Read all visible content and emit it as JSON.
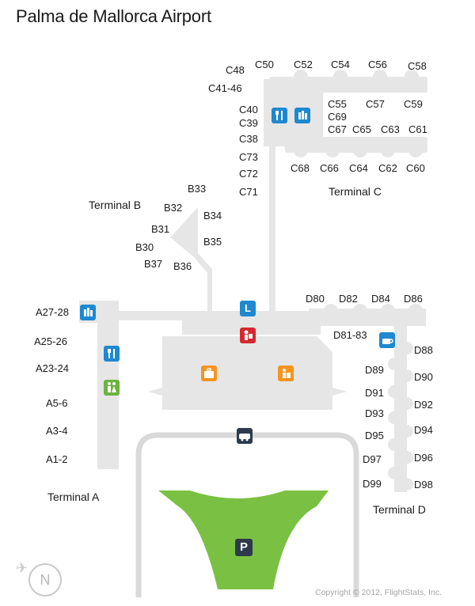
{
  "title": "Palma de Mallorca Airport",
  "copyright": "Copyright © 2012, FlightStats, Inc.",
  "compass_letter": "N",
  "colors": {
    "terminal_fill": "#e6e6e6",
    "parking_green": "#7ac143",
    "road": "#d9d9d9",
    "dining_blue": "#1e88d0",
    "restroom_green": "#6cb33f",
    "shop_orange": "#f7941d",
    "security_red": "#d7282f",
    "ground_dark": "#2d3a4b"
  },
  "terminals": {
    "a": "Terminal A",
    "b": "Terminal B",
    "c": "Terminal C",
    "d": "Terminal D"
  },
  "gates": {
    "a": [
      "A27-28",
      "A25-26",
      "A23-24",
      "A5-6",
      "A3-4",
      "A1-2"
    ],
    "b": [
      "B33",
      "B32",
      "B34",
      "B31",
      "B35",
      "B30",
      "B37",
      "B36"
    ],
    "c_top": [
      "C50",
      "C52",
      "C54",
      "C56",
      "C58"
    ],
    "c_top_inner": [
      "C55",
      "C57",
      "C59"
    ],
    "c_pier": [
      "C48",
      "C41-46",
      "C40",
      "C39",
      "C38",
      "C73",
      "C72",
      "C71"
    ],
    "c_mid": [
      "C69",
      "C67",
      "C65",
      "C63",
      "C61"
    ],
    "c_bottom": [
      "C68",
      "C66",
      "C64",
      "C62",
      "C60"
    ],
    "d_top": [
      "D80",
      "D82",
      "D84",
      "D86"
    ],
    "d_inner": "D81-83",
    "d_left": [
      "D89",
      "D91",
      "D93",
      "D95",
      "D97",
      "D99"
    ],
    "d_right": [
      "D88",
      "D90",
      "D92",
      "D94",
      "D96",
      "D98"
    ]
  },
  "icons": {
    "dining_a": "dining",
    "restroom_a": "restroom",
    "shop_a": "duty-free",
    "dining_c": "dining",
    "shop_c": "duty-free",
    "luggage_center": "baggage-claim",
    "luggage_right": "meeting-point",
    "security": "security-check",
    "lockers": "lockers",
    "cafe_d": "cafe",
    "ground_transport": "ground-transportation",
    "parking": "parking"
  },
  "icon_glyphs": {
    "lockers": "L",
    "parking": "P"
  }
}
